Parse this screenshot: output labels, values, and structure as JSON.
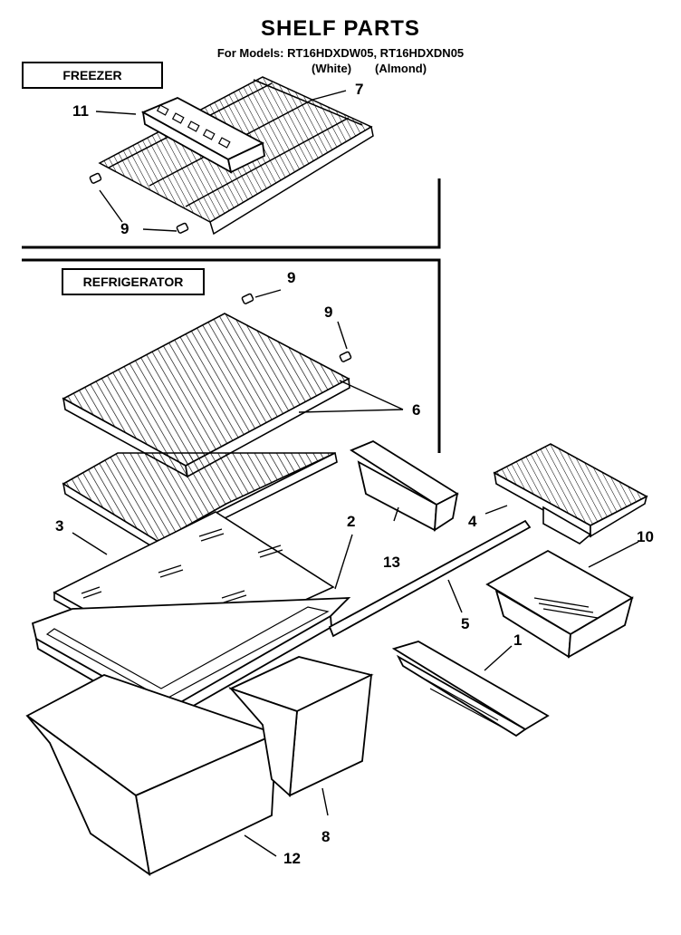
{
  "title": "SHELF PARTS",
  "models_line": "For Models: RT16HDXDW05, RT16HDXDN05",
  "model_notes": [
    "(White)",
    "(Almond)"
  ],
  "sections": {
    "freezer": "FREEZER",
    "refrigerator": "REFRIGERATOR"
  },
  "callouts": {
    "p11": "11",
    "p7": "7",
    "p9a": "9",
    "p9b": "9",
    "p9c": "9",
    "p6": "6",
    "p3": "3",
    "p2": "2",
    "p4": "4",
    "p10": "10",
    "p13": "13",
    "p5": "5",
    "p1": "1",
    "p8": "8",
    "p12": "12"
  }
}
